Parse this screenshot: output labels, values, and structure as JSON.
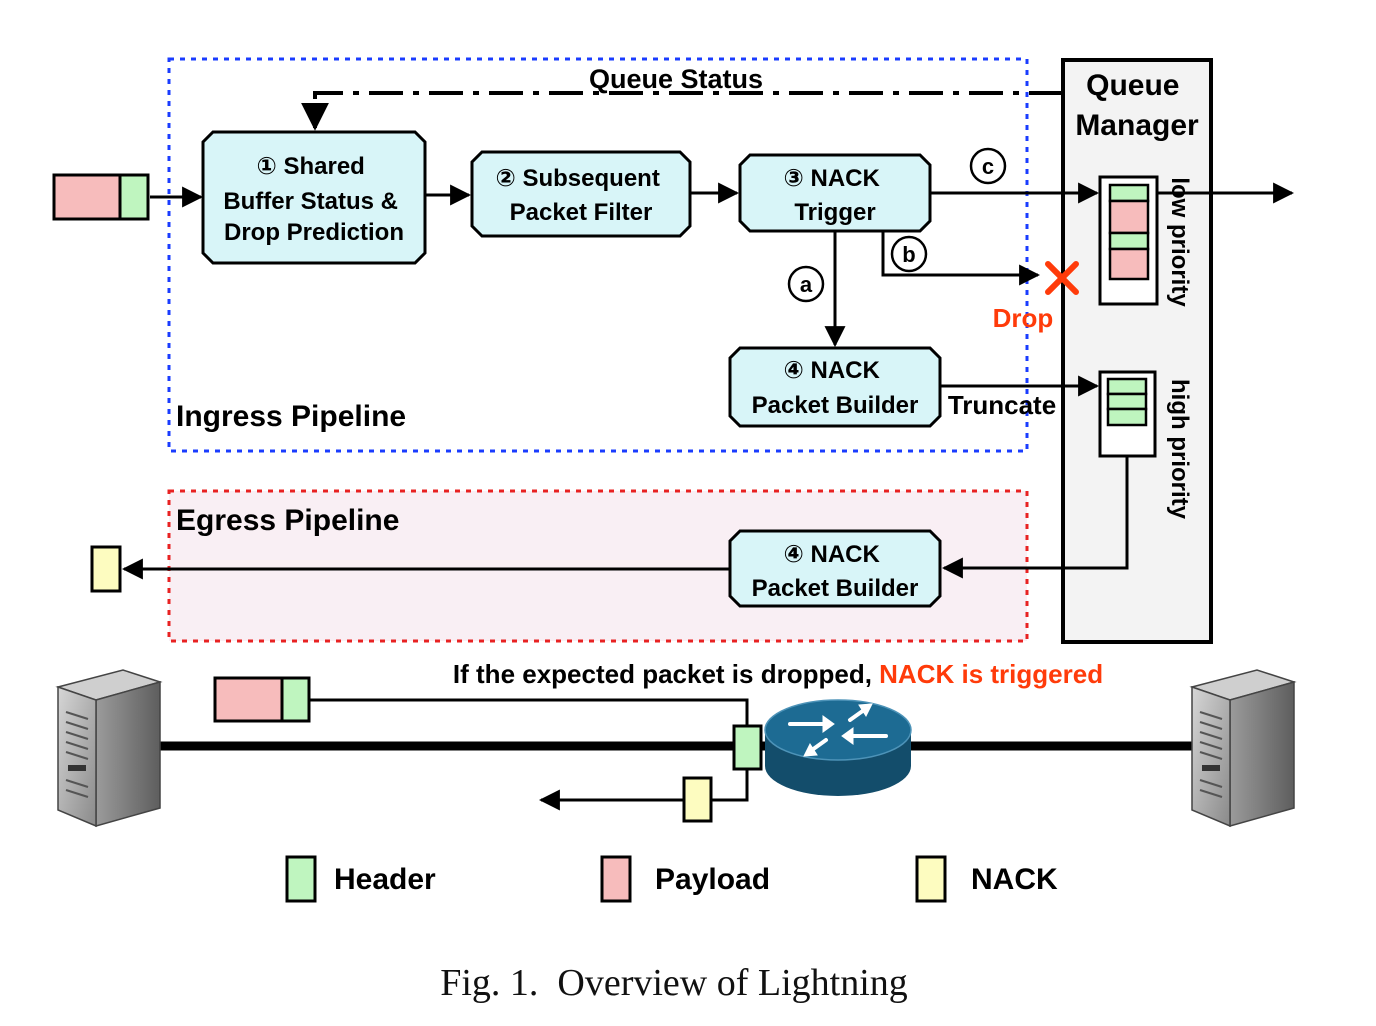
{
  "diagram": {
    "queue_status_label": "Queue Status",
    "queue_manager_label": [
      "Queue",
      "Manager"
    ],
    "ingress_label": "Ingress Pipeline",
    "egress_label": "Egress Pipeline",
    "blocks": {
      "shared_buffer": [
        "① Shared",
        "Buffer Status &",
        "Drop Prediction"
      ],
      "subsequent_filter": [
        "② Subsequent",
        "Packet Filter"
      ],
      "nack_trigger": [
        "③ NACK",
        "Trigger"
      ],
      "nack_builder_ingress": [
        "④ NACK",
        "Packet Builder"
      ],
      "nack_builder_egress": [
        "④ NACK",
        "Packet Builder"
      ]
    },
    "branch_markers": {
      "a": "a",
      "b": "b",
      "c": "c"
    },
    "drop_label": "Drop",
    "truncate_label": "Truncate",
    "low_priority_label": "low priority",
    "high_priority_label": "high priority",
    "network_caption_prefix": "If the expected packet is dropped, ",
    "network_caption_highlight": "NACK is triggered",
    "legend": [
      {
        "label": "Header",
        "color": "#bff5bf"
      },
      {
        "label": "Payload",
        "color": "#f7bcbc"
      },
      {
        "label": "NACK",
        "color": "#fdfcc0"
      }
    ],
    "caption": "Fig. 1.  Overview of Lightning"
  },
  "colors": {
    "ingress_border": "#1a3cff",
    "egress_border": "#e82222",
    "egress_fill": "#f9eff4",
    "block_fill": "#d8f5f8",
    "highlight": "#ff3b0a",
    "router": "#1d6b93"
  }
}
